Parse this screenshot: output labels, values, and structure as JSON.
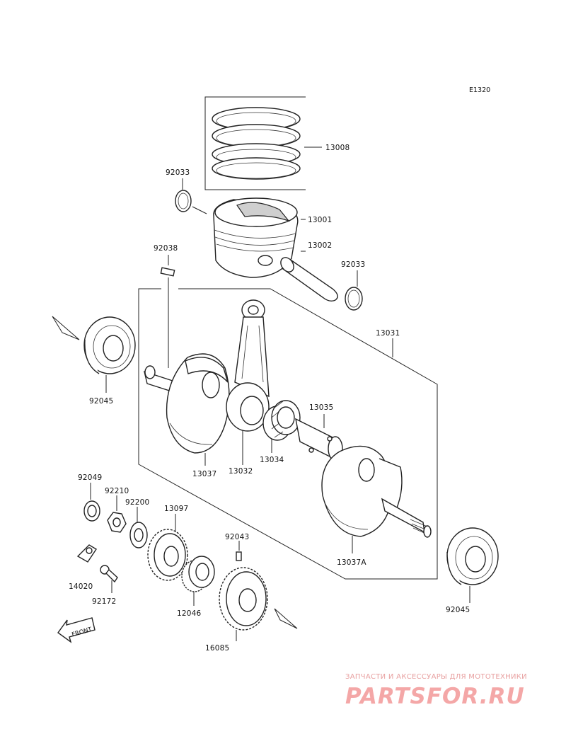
{
  "diagram_code": "E1320",
  "front_label": "FRONT",
  "parts": [
    {
      "id": "p13008",
      "number": "13008"
    },
    {
      "id": "p92033a",
      "number": "92033"
    },
    {
      "id": "p13001",
      "number": "13001"
    },
    {
      "id": "p13002",
      "number": "13002"
    },
    {
      "id": "p92033b",
      "number": "92033"
    },
    {
      "id": "p92038",
      "number": "92038"
    },
    {
      "id": "p13031",
      "number": "13031"
    },
    {
      "id": "p92045a",
      "number": "92045"
    },
    {
      "id": "p13035",
      "number": "13035"
    },
    {
      "id": "p13034",
      "number": "13034"
    },
    {
      "id": "p13032",
      "number": "13032"
    },
    {
      "id": "p13037",
      "number": "13037"
    },
    {
      "id": "p92049",
      "number": "92049"
    },
    {
      "id": "p92210",
      "number": "92210"
    },
    {
      "id": "p92200",
      "number": "92200"
    },
    {
      "id": "p13097",
      "number": "13097"
    },
    {
      "id": "p92043",
      "number": "92043"
    },
    {
      "id": "p13037A",
      "number": "13037A"
    },
    {
      "id": "p92045b",
      "number": "92045"
    },
    {
      "id": "p14020",
      "number": "14020"
    },
    {
      "id": "p92172",
      "number": "92172"
    },
    {
      "id": "p12046",
      "number": "12046"
    },
    {
      "id": "p16085",
      "number": "16085"
    }
  ],
  "watermark": {
    "subtitle": "ЗАПЧАСТИ И АКСЕССУАРЫ ДЛЯ МОТОТЕХНИКИ",
    "brand": "PARTSFOR.RU",
    "color": "#f4a7a7"
  }
}
